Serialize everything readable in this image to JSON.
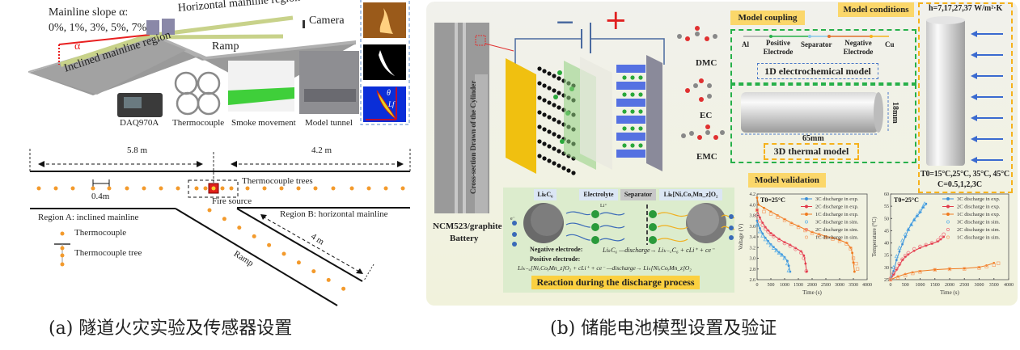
{
  "panel_a": {
    "caption": "(a) 隧道火灾实验及传感器设置",
    "setup": {
      "slope_label": "Mainline slope α:",
      "slope_values": "0%, 1%, 3%, 5%, 7%",
      "alpha": "α",
      "horizontal_region": "Horizontal mainline region",
      "inclined_region": "Inclined mainline region",
      "ramp": "Ramp",
      "camera": "Camera",
      "photos": [
        "DAQ970A",
        "Thermocouple",
        "Smoke movement",
        "Model tunnel"
      ],
      "flame_params": [
        "θ",
        "Lf"
      ]
    },
    "schematic": {
      "dim_left": "5.8 m",
      "dim_right": "4.2 m",
      "spacing": "0.4m",
      "thermocouple_trees": "Thermocouple trees",
      "fire_source": "Fire source",
      "region_a": "Region A: inclined mainline",
      "region_b": "Region B: horizontal mainline",
      "ramp_length": "4 m",
      "ramp": "Ramp",
      "legend": [
        "Thermocouple",
        "Thermocouple tree"
      ],
      "sensor_color": "#f39a2c",
      "fire_color": "#e0201a"
    }
  },
  "panel_b": {
    "caption": "(b) 储能电池模型设置及验证",
    "battery": {
      "cross_section": "Cross-section Drawn of the Cylinder",
      "battery_label_1": "NCM523/graphite",
      "battery_label_2": "Battery",
      "minus": "−",
      "plus": "+",
      "molecules": [
        "DMC",
        "EC",
        "EMC"
      ]
    },
    "coupling": {
      "title": "Model coupling",
      "layers": [
        "Al",
        "Positive Electrode",
        "Separator",
        "Negative Electrode",
        "Cu"
      ],
      "model_1d": "1D electrochemical model",
      "length": "65mm",
      "diameter": "18mm",
      "model_3d": "3D thermal model"
    },
    "conditions": {
      "title": "Model conditions",
      "h": "h=7,17,27,37 W/m²·K",
      "t0": "T0=15°C,25°C, 35°C, 45°C",
      "c": "C=0.5,1,2,3C"
    },
    "reaction": {
      "anode": "LiₖC₆",
      "electrolyte": "Electrolyte",
      "separator": "Separator",
      "cathode": "Liₖ[NiₓCoᵧMn_z]O₂",
      "li_ion": "Li⁺",
      "electron": "e⁻",
      "negative_eq_label": "Negative electrode:",
      "negative_eq": "LiₖC₆ —discharge→ Liₖ₋꜀C₆ + cLi⁺ + ce⁻",
      "positive_eq_label": "Positive electrode:",
      "positive_eq": "Liₖ₋꜀[NiₓCoᵧMn_z]O₂ + cLi⁺ + ce⁻ —discharge→ Liₖ[NiₓCoᵧMn_z]O₂",
      "title": "Reaction during the discharge process"
    },
    "validation_title": "Model validation"
  },
  "chart_data": [
    {
      "type": "line",
      "annotation": "T0=25°C",
      "xlabel": "Time (s)",
      "ylabel": "Voltage (V)",
      "xlim": [
        0,
        4000
      ],
      "ylim": [
        2.6,
        4.2
      ],
      "xticks": [
        0,
        500,
        1000,
        1500,
        2000,
        2500,
        3000,
        3500,
        4000
      ],
      "yticks": [
        2.6,
        2.8,
        3.0,
        3.2,
        3.4,
        3.6,
        3.8,
        4.0,
        4.2
      ],
      "legend_position": "top-right",
      "series": [
        {
          "name": "3C discharge in exp.",
          "color": "#3a8fd8",
          "style": "line-star",
          "x": [
            0,
            100,
            200,
            300,
            400,
            500,
            600,
            700,
            800,
            900,
            1000,
            1100,
            1150,
            1200
          ],
          "y": [
            3.7,
            3.56,
            3.46,
            3.38,
            3.32,
            3.26,
            3.21,
            3.16,
            3.11,
            3.07,
            3.02,
            2.95,
            2.86,
            2.75
          ]
        },
        {
          "name": "2C discharge in exp.",
          "color": "#e23a4a",
          "style": "line-star",
          "x": [
            0,
            100,
            200,
            300,
            400,
            500,
            600,
            800,
            1000,
            1200,
            1400,
            1600,
            1700,
            1760,
            1800
          ],
          "y": [
            3.9,
            3.76,
            3.66,
            3.58,
            3.52,
            3.47,
            3.43,
            3.36,
            3.3,
            3.25,
            3.19,
            3.13,
            3.05,
            2.9,
            2.75
          ]
        },
        {
          "name": "1C discharge in exp.",
          "color": "#f07a1e",
          "style": "line-star",
          "x": [
            0,
            50,
            250,
            500,
            750,
            1000,
            1250,
            1500,
            1750,
            2000,
            2250,
            2500,
            2750,
            3000,
            3250,
            3400,
            3460,
            3500,
            3540
          ],
          "y": [
            4.13,
            4.0,
            3.94,
            3.87,
            3.8,
            3.73,
            3.66,
            3.6,
            3.54,
            3.49,
            3.45,
            3.41,
            3.38,
            3.34,
            3.29,
            3.2,
            3.1,
            2.92,
            2.75
          ]
        },
        {
          "name": "3C discharge in sim.",
          "color": "#5ab0e8",
          "style": "triangle",
          "x": [
            0,
            100,
            200,
            300,
            400,
            500,
            600,
            700,
            800,
            900,
            1000,
            1100,
            1150
          ],
          "y": [
            3.62,
            3.5,
            3.42,
            3.35,
            3.29,
            3.24,
            3.19,
            3.14,
            3.1,
            3.06,
            3.0,
            2.9,
            2.77
          ]
        },
        {
          "name": "2C discharge in sim.",
          "color": "#ee6a78",
          "style": "circle",
          "x": [
            0,
            100,
            200,
            300,
            400,
            500,
            600,
            800,
            1000,
            1200,
            1400,
            1600,
            1700,
            1790
          ],
          "y": [
            3.8,
            3.7,
            3.62,
            3.55,
            3.5,
            3.45,
            3.41,
            3.34,
            3.28,
            3.23,
            3.17,
            3.1,
            3.0,
            2.76
          ]
        },
        {
          "name": "1C discharge in sim.",
          "color": "#f6a26a",
          "style": "square",
          "x": [
            0,
            250,
            500,
            750,
            1000,
            1250,
            1500,
            1750,
            2000,
            2250,
            2500,
            2750,
            3000,
            3250,
            3400,
            3500,
            3600,
            3650
          ],
          "y": [
            3.9,
            3.87,
            3.83,
            3.77,
            3.71,
            3.64,
            3.58,
            3.52,
            3.47,
            3.43,
            3.39,
            3.36,
            3.32,
            3.27,
            3.18,
            3.0,
            2.9,
            2.8
          ]
        }
      ]
    },
    {
      "type": "line",
      "annotation": "T0=25°C",
      "xlabel": "Time (s)",
      "ylabel": "Temperature (°C)",
      "xlim": [
        0,
        4000
      ],
      "ylim": [
        25,
        60
      ],
      "xticks": [
        0,
        500,
        1000,
        1500,
        2000,
        2500,
        3000,
        3500,
        4000
      ],
      "yticks": [
        25,
        30,
        35,
        40,
        45,
        50,
        55,
        60
      ],
      "legend_position": "top-right",
      "series": [
        {
          "name": "3C discharge in exp.",
          "color": "#3a8fd8",
          "style": "line-star",
          "x": [
            0,
            100,
            200,
            300,
            400,
            500,
            600,
            700,
            800,
            900,
            1000,
            1100,
            1200
          ],
          "y": [
            25,
            28.5,
            33,
            36.5,
            39.5,
            42.5,
            45.5,
            47.5,
            49.5,
            51,
            52.5,
            54.5,
            56
          ]
        },
        {
          "name": "2C discharge in exp.",
          "color": "#e23a4a",
          "style": "line-star",
          "x": [
            0,
            100,
            200,
            300,
            400,
            500,
            600,
            800,
            1000,
            1200,
            1400,
            1600,
            1700,
            1800
          ],
          "y": [
            25,
            27,
            29,
            31,
            33,
            34.3,
            35.3,
            36.8,
            38,
            38.9,
            39.7,
            40.6,
            41.5,
            42.5
          ]
        },
        {
          "name": "1C discharge in exp.",
          "color": "#f07a1e",
          "style": "line-star",
          "x": [
            0,
            250,
            500,
            750,
            1000,
            1500,
            2000,
            2500,
            3000,
            3250,
            3500
          ],
          "y": [
            25,
            26.3,
            27.3,
            28,
            28.5,
            29.1,
            29.4,
            29.6,
            30.1,
            30.8,
            31.8
          ]
        },
        {
          "name": "3C discharge in sim.",
          "color": "#5ab0e8",
          "style": "triangle",
          "x": [
            0,
            100,
            200,
            300,
            400,
            500,
            600,
            700,
            800,
            900,
            1000,
            1100,
            1150
          ],
          "y": [
            25.5,
            30,
            34.5,
            38,
            41,
            43.5,
            45.5,
            47.5,
            49.5,
            51.3,
            53,
            54.8,
            56
          ]
        },
        {
          "name": "2C discharge in sim.",
          "color": "#ee6a78",
          "style": "circle",
          "x": [
            0,
            100,
            200,
            300,
            400,
            500,
            600,
            800,
            1000,
            1200,
            1400,
            1600,
            1700,
            1800
          ],
          "y": [
            25.5,
            27.5,
            29.5,
            31.5,
            33.3,
            34.8,
            35.9,
            37.5,
            38.5,
            39.2,
            40,
            41,
            42.2,
            43.5
          ]
        },
        {
          "name": "1C discharge in sim.",
          "color": "#f6a26a",
          "style": "square",
          "x": [
            0,
            250,
            500,
            750,
            1000,
            1500,
            2000,
            2500,
            3000,
            3250,
            3500,
            3650
          ],
          "y": [
            25,
            25.8,
            26.8,
            27.6,
            28.2,
            29,
            29.3,
            29.4,
            29.8,
            30.3,
            31,
            31.7
          ]
        }
      ]
    }
  ]
}
